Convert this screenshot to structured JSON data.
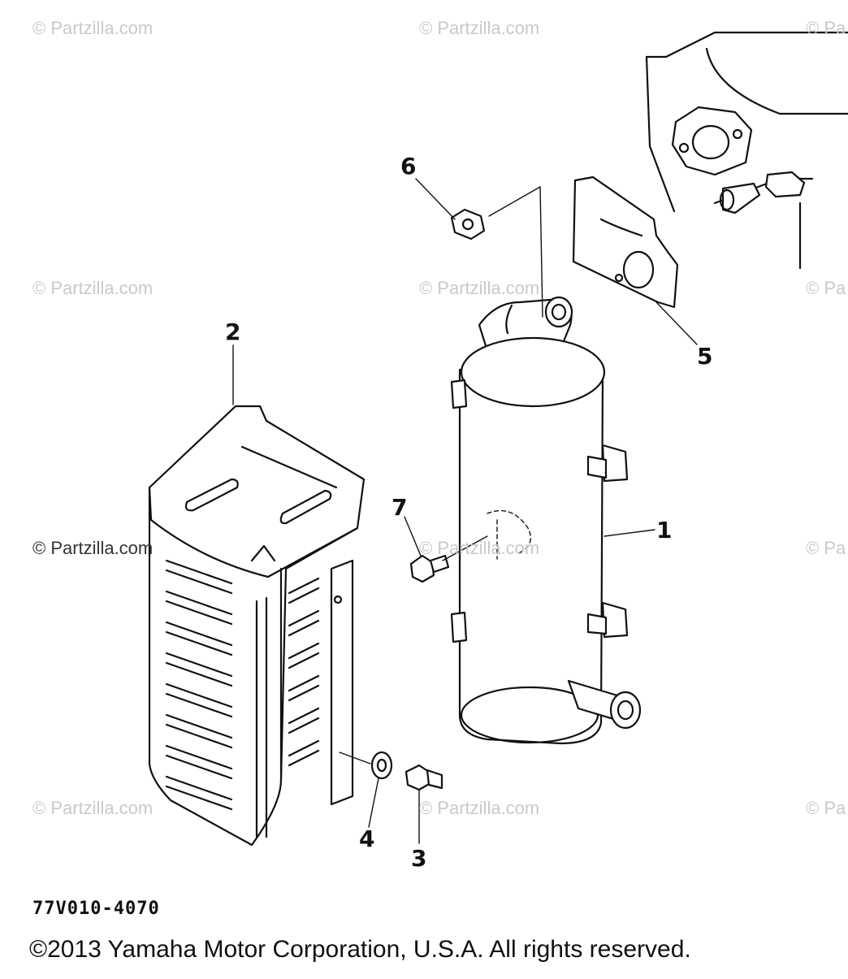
{
  "watermarks": {
    "text": "© Partzilla.com",
    "partial": "© Pa",
    "dark": "© Partzilla.com"
  },
  "callouts": {
    "p1": "1",
    "p2": "2",
    "p3": "3",
    "p4": "4",
    "p5": "5",
    "p6": "6",
    "p7": "7"
  },
  "diagram_code": "77V010-4070",
  "copyright": "©2013 Yamaha Motor Corporation, U.S.A. All rights reserved."
}
